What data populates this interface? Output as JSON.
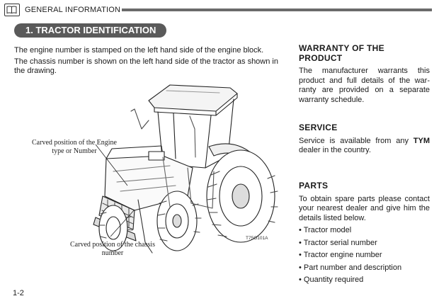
{
  "header": {
    "title": "GENERAL INFORMATION"
  },
  "section": {
    "title": "1. TRACTOR IDENTIFICATION"
  },
  "intro": {
    "engine_text": "The engine number is stamped on the left hand side of the engine block.",
    "chassis_text": "The chassis number is shown on the left hand side of the tractor as shown in the drawing."
  },
  "figure": {
    "callout_engine": "Carved position of the Engine type or Number",
    "callout_chassis": "Carved position of the chassis number",
    "code": "T75O101A"
  },
  "warranty": {
    "heading": "WARRANTY OF THE PRODUCT",
    "text": "The manufacturer warrants this product and full details of the war-ranty are provided on a separate warranty schedule."
  },
  "service": {
    "heading": "SERVICE",
    "text_before": "Service is available from any ",
    "brand": "TYM",
    "text_after": " dealer in the country."
  },
  "parts": {
    "heading": "PARTS",
    "text": "To obtain spare parts please contact your nearest dealer and give him the details listed below.",
    "items": [
      "• Tractor model",
      "• Tractor serial number",
      "• Tractor engine number",
      "• Part number and description",
      "• Quantity required"
    ]
  },
  "footer": {
    "page": "1-2"
  }
}
